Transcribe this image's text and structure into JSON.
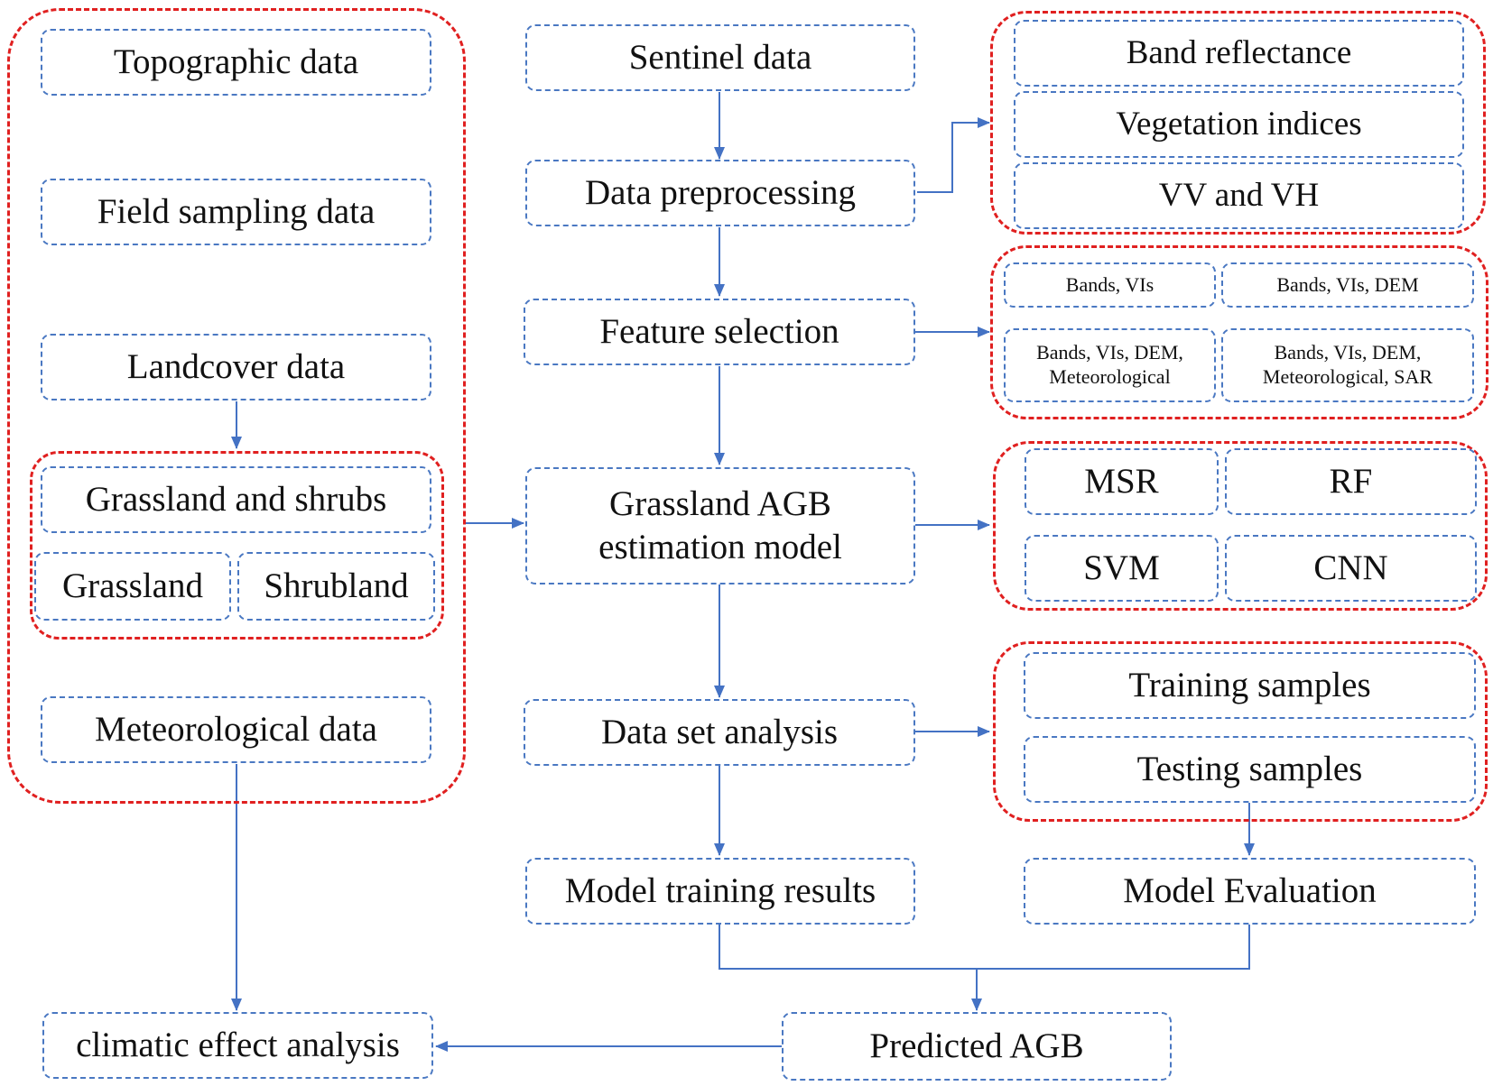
{
  "colors": {
    "arrow": "#4472c4",
    "box_border": "#4a78c2",
    "group_border": "#e02020"
  },
  "left": {
    "topographic": "Topographic data",
    "field_sampling": "Field sampling data",
    "landcover": "Landcover data",
    "grassland_shrubs": "Grassland and shrubs",
    "grassland": "Grassland",
    "shrubland": "Shrubland",
    "meteorological": "Meteorological data",
    "climatic_effect": "climatic effect analysis"
  },
  "middle": {
    "sentinel": "Sentinel data",
    "preprocessing": "Data preprocessing",
    "feature_selection": "Feature selection",
    "agb_model_line1": "Grassland AGB",
    "agb_model_line2": "estimation model",
    "dataset_analysis": "Data set analysis",
    "training_results": "Model training results",
    "predicted_agb": "Predicted AGB"
  },
  "right": {
    "band_reflectance": "Band reflectance",
    "vegetation_indices": "Vegetation indices",
    "vv_vh": "VV and VH",
    "feat1": "Bands, VIs",
    "feat2": "Bands, VIs, DEM",
    "feat3_line1": "Bands, VIs, DEM,",
    "feat3_line2": "Meteorological",
    "feat4_line1": "Bands, VIs, DEM,",
    "feat4_line2": "Meteorological, SAR",
    "msr": "MSR",
    "rf": "RF",
    "svm": "SVM",
    "cnn": "CNN",
    "training_samples": "Training samples",
    "testing_samples": "Testing samples",
    "model_evaluation": "Model Evaluation"
  }
}
